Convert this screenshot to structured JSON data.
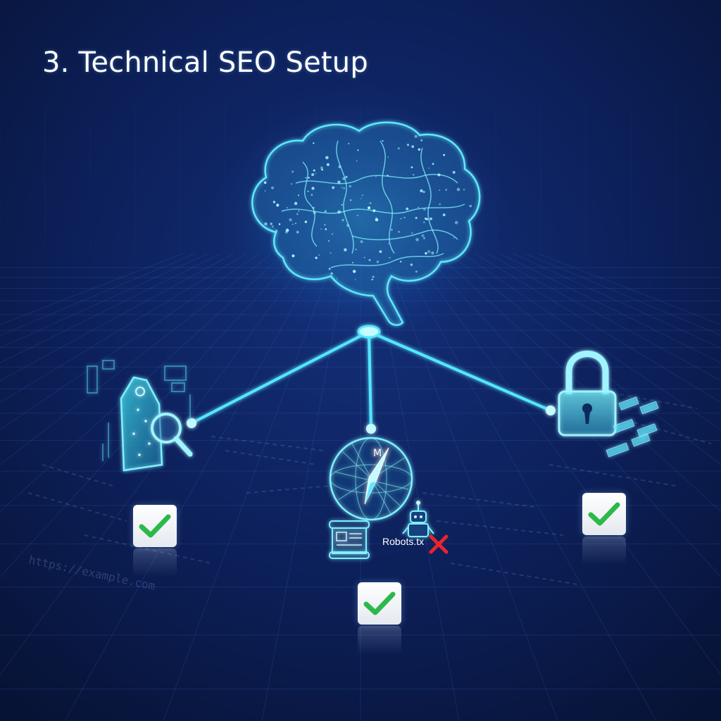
{
  "title": "3. Technical SEO Setup",
  "robots_label": "Robots.tx",
  "background_text": [
    "https://example.com"
  ],
  "icons": {
    "center": "brain-network-icon",
    "left": "tag-magnifier-icon",
    "middle": "compass-globe-icon",
    "right": "padlock-icon",
    "sitemap_doc": "sitemap-scroll-icon",
    "robot": "robot-icon"
  },
  "status": {
    "tag_audit": "checked",
    "sitemap": "checked",
    "security": "checked",
    "robots": "blocked"
  },
  "colors": {
    "background": "#0b1a4a",
    "glow": "#4fd8ff",
    "check": "#2db84a",
    "cross": "#e8242c",
    "text": "#ffffff"
  }
}
